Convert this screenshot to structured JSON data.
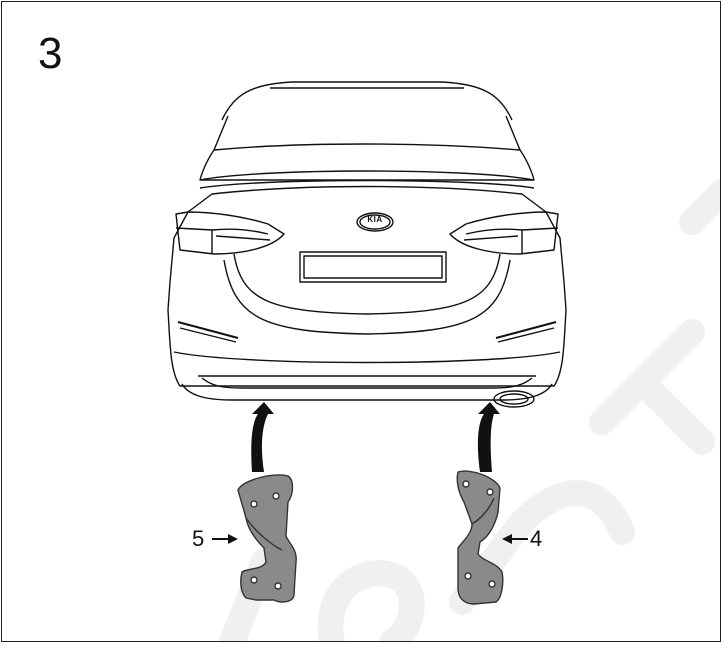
{
  "step": {
    "number": "3"
  },
  "callouts": {
    "left_part": "5",
    "right_part": "4"
  },
  "car": {
    "badge": "KIA"
  },
  "colors": {
    "line": "#111111",
    "bracket_fill": "#8a8a8a",
    "bracket_edge": "#3a3a3a",
    "watermark": "#f2f2f2"
  },
  "icons": {
    "lift_arrow": "curved-arrow-up-icon",
    "pointer_arrow": "arrow-right-icon"
  }
}
